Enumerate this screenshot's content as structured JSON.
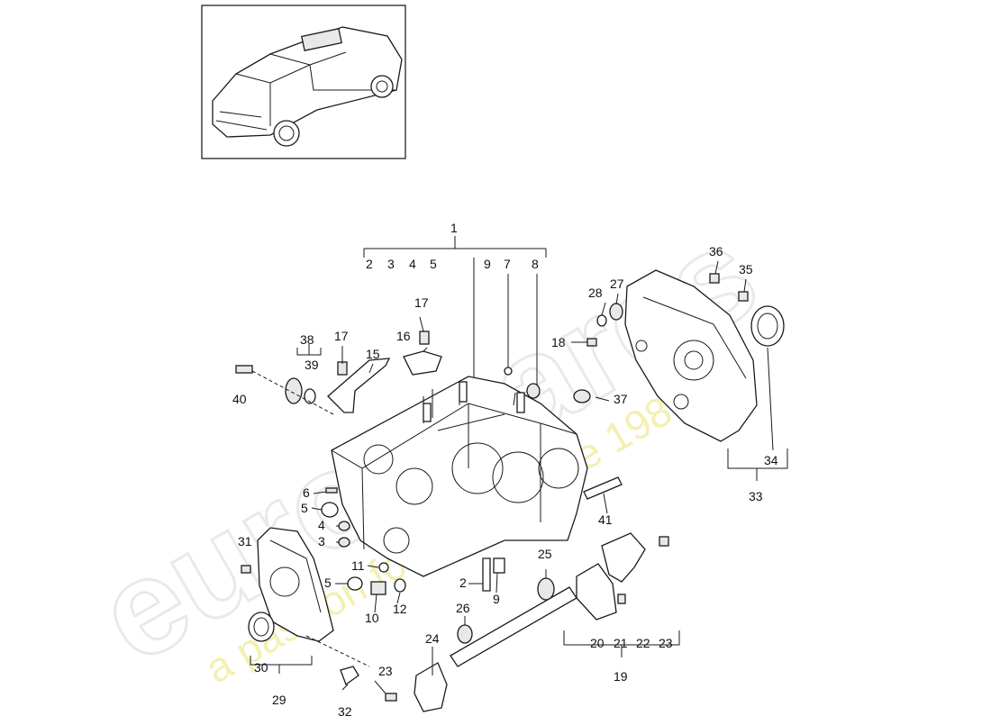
{
  "watermark": {
    "brand": "eurospares",
    "tagline": "a passion for parts since 1985"
  },
  "labels": {
    "l1": "1",
    "l2a": "2",
    "l3a": "3",
    "l4a": "4",
    "l5a": "5",
    "l9a": "9",
    "l7": "7",
    "l8": "8",
    "l36": "36",
    "l35": "35",
    "l28": "28",
    "l27": "27",
    "l18": "18",
    "l37": "37",
    "l38": "38",
    "l39": "39",
    "l40": "40",
    "l17a": "17",
    "l17b": "17",
    "l16": "16",
    "l15": "15",
    "l6": "6",
    "l5b": "5",
    "l4b": "4",
    "l3b": "3",
    "l31": "31",
    "l11": "11",
    "l5c": "5",
    "l10": "10",
    "l12": "12",
    "l2b": "2",
    "l9b": "9",
    "l25": "25",
    "l26": "26",
    "l30": "30",
    "l29": "29",
    "l32": "32",
    "l23a": "23",
    "l24": "24",
    "l41": "41",
    "l20": "20",
    "l21": "21",
    "l22": "22",
    "l23b": "23",
    "l19": "19",
    "l34": "34",
    "l33": "33"
  }
}
